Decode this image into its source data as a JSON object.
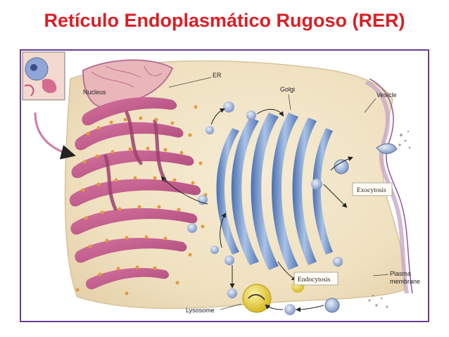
{
  "slide": {
    "title": "Retículo Endoplasmático Rugoso (RER)"
  },
  "diagram": {
    "labels": {
      "nucleus": "Nucleus",
      "er": "ER",
      "golgi": "Golgi",
      "vesicle": "Vesicle",
      "exocytosis": "Exocytosis",
      "endocytosis": "Endocytosis",
      "lysosome": "Lysosome",
      "plasma_membrane_line1": "Plasma",
      "plasma_membrane_line2": "membrane"
    },
    "colors": {
      "title": "#d91f26",
      "frame": "#6c3b96",
      "cytoplasm": "#f1e3c6",
      "er": "#c0568a",
      "ribosome": "#e39a3b",
      "golgi": "#6f8fc4",
      "lysosome": "#e8d23c"
    }
  }
}
